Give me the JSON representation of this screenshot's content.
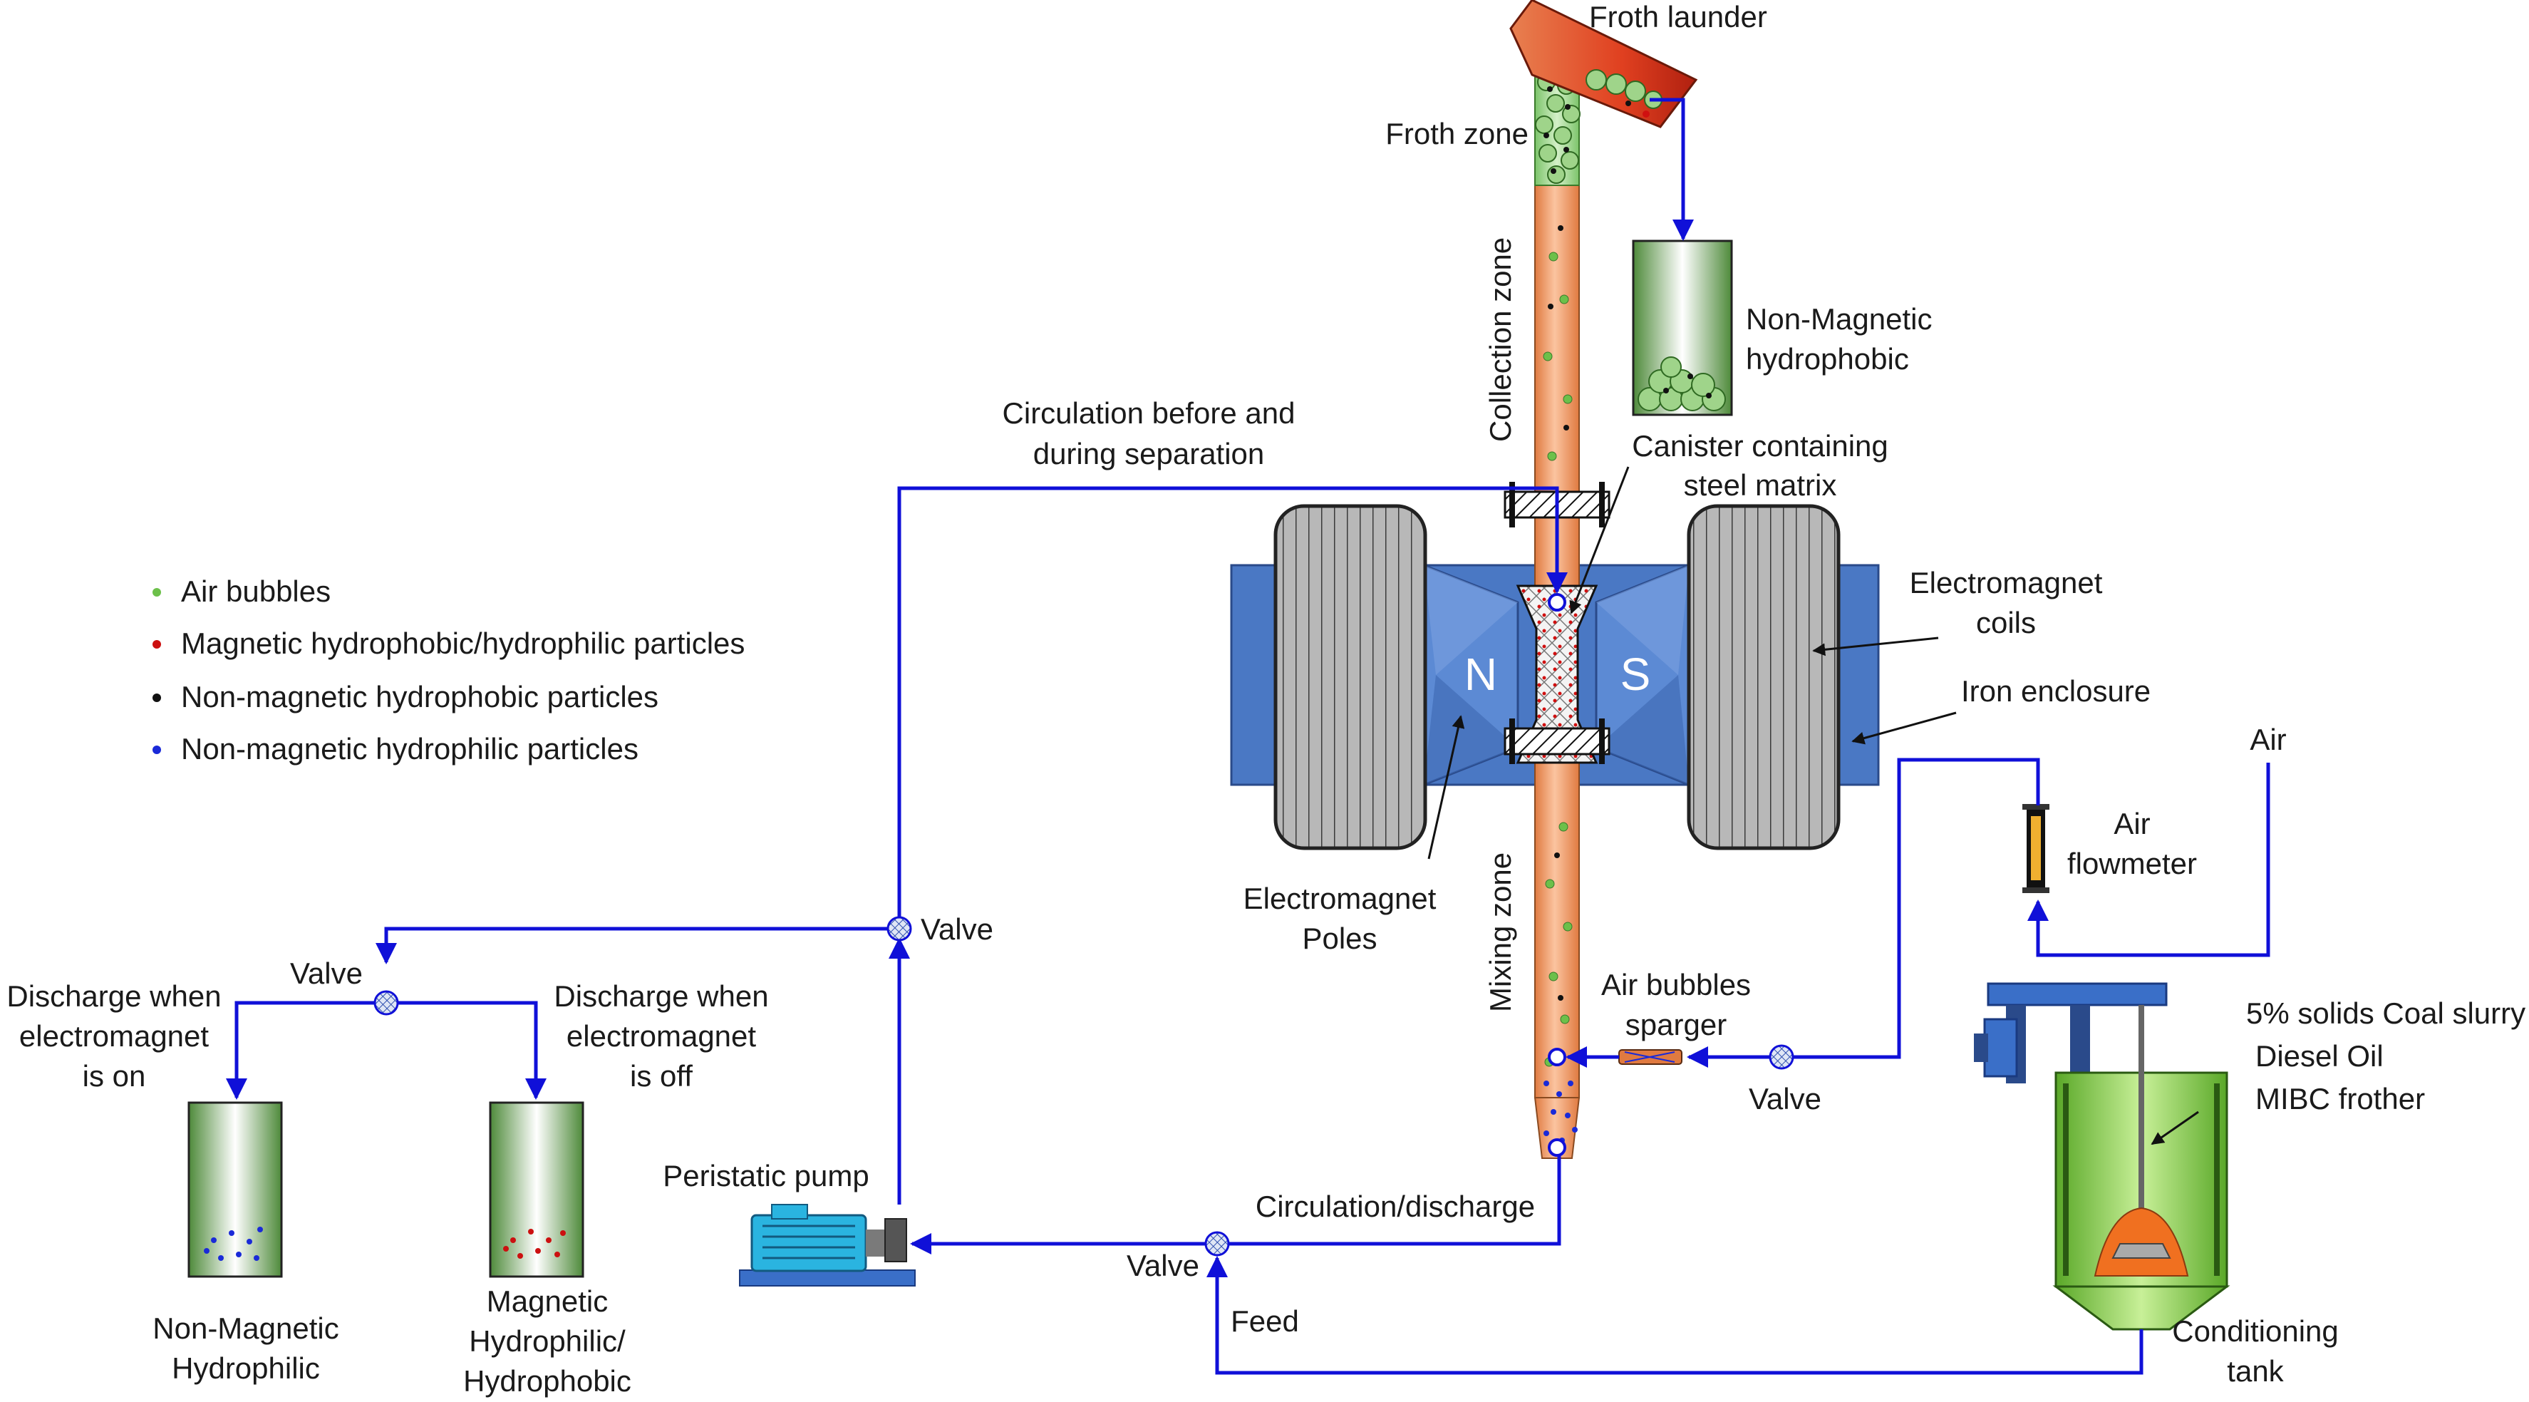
{
  "labels": {
    "froth_launder": "Froth launder",
    "froth_zone": "Froth zone",
    "collection_zone": "Collection zone",
    "mixing_zone": "Mixing zone",
    "non_magnetic_hydrophobic_l1": "Non-Magnetic",
    "non_magnetic_hydrophobic_l2": "hydrophobic",
    "canister_l1": "Canister containing",
    "canister_l2": "steel matrix",
    "circulation_before_l1": "Circulation before and",
    "circulation_before_l2": "during separation",
    "electromagnet_coils_l1": "Electromagnet",
    "electromagnet_coils_l2": "coils",
    "iron_enclosure": "Iron enclosure",
    "air": "Air",
    "air_flowmeter_l1": "Air",
    "air_flowmeter_l2": "flowmeter",
    "pole_n": "N",
    "pole_s": "S",
    "electromagnet_poles_l1": "Electromagnet",
    "electromagnet_poles_l2": "Poles",
    "air_bubbles_sparger_l1": "Air bubbles",
    "air_bubbles_sparger_l2": "sparger",
    "valve_sparger": "Valve",
    "valve_upper": "Valve",
    "valve_split": "Valve",
    "valve_bottom": "Valve",
    "discharge_on_l1": "Discharge when",
    "discharge_on_l2": "electromagnet",
    "discharge_on_l3": "is on",
    "discharge_off_l1": "Discharge when",
    "discharge_off_l2": "electromagnet",
    "discharge_off_l3": "is off",
    "peristatic_pump": "Peristatic pump",
    "circulation_discharge": "Circulation/discharge",
    "feed": "Feed",
    "coal_slurry": "5% solids Coal slurry",
    "diesel_oil": "Diesel Oil",
    "mibc_frother": "MIBC frother",
    "conditioning_tank_l1": "Conditioning",
    "conditioning_tank_l2": "tank",
    "nm_hydrophilic_l1": "Non-Magnetic",
    "nm_hydrophilic_l2": "Hydrophilic",
    "mag_l1": "Magnetic",
    "mag_l2": "Hydrophilic/",
    "mag_l3": "Hydrophobic"
  },
  "legend": [
    {
      "label": "Air bubbles",
      "color": "#6cc04a"
    },
    {
      "label": "Magnetic hydrophobic/hydrophilic particles",
      "color": "#cc1010"
    },
    {
      "label": "Non-magnetic hydrophobic particles",
      "color": "#111111"
    },
    {
      "label": "Non-magnetic hydrophilic particles",
      "color": "#1a2ad8"
    }
  ],
  "colors": {
    "pipe": "#1010d8",
    "column": "#f2a071",
    "froth": "#9fd48a",
    "magnet_body": "#4a78c4",
    "tank": "#7ccf3a",
    "pump": "#2ab4e0"
  }
}
